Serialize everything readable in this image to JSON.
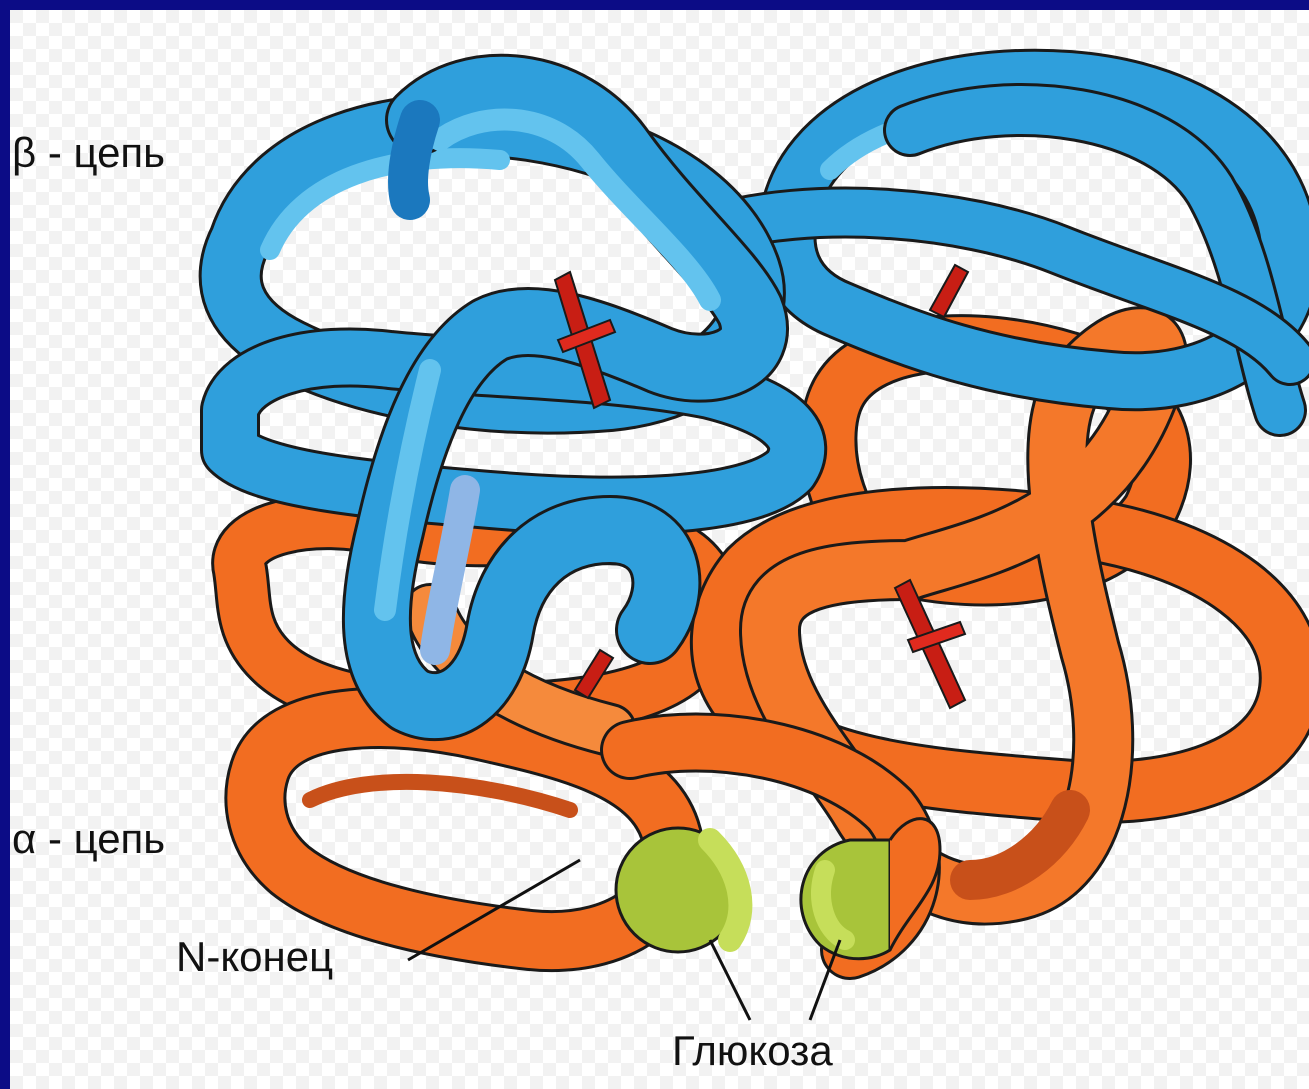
{
  "labels": {
    "beta_chain": "β - цепь",
    "alpha_chain": "α - цепь",
    "n_terminus": "N-конец",
    "glucose": "Глюкоза"
  },
  "colors": {
    "slide_border": "#0c0c86",
    "background": "#ffffff",
    "beta_chain": "#2f9fdc",
    "beta_chain_highlight": "#63c3ee",
    "beta_chain_dark": "#1b78be",
    "alpha_chain": "#f26d21",
    "alpha_chain_highlight": "#f89040",
    "alpha_chain_dark": "#c8501a",
    "heme": "#c81e14",
    "glucose": "#a8c43a",
    "glucose_highlight": "#c6de5a",
    "outline": "#1a1a1a"
  }
}
